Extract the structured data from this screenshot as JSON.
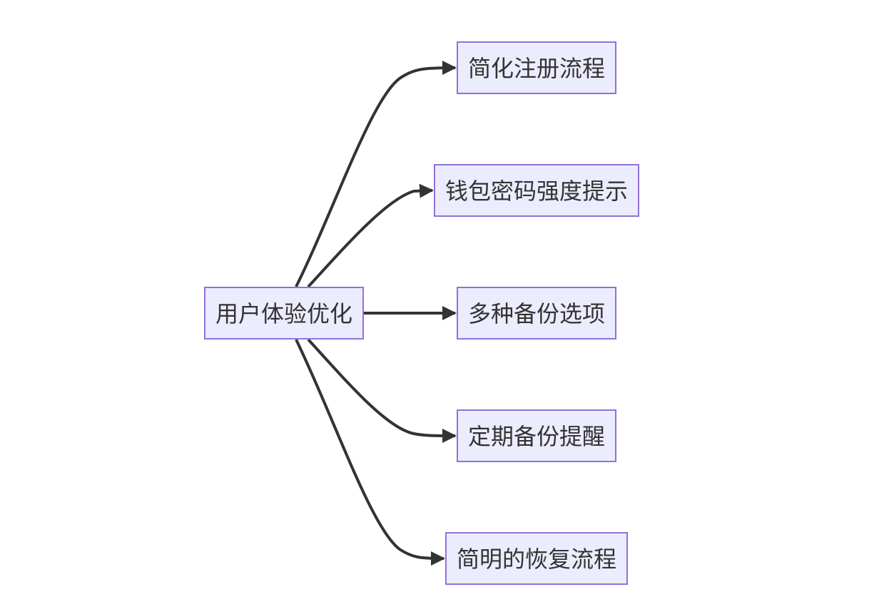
{
  "diagram": {
    "type": "flowchart",
    "direction": "LR",
    "colors": {
      "node_fill": "#ECECFF",
      "node_stroke": "#9370DB",
      "edge": "#333333",
      "text": "#333333"
    },
    "nodes": [
      {
        "id": "root",
        "label": "用户体验优化"
      },
      {
        "id": "n1",
        "label": "简化注册流程"
      },
      {
        "id": "n2",
        "label": "钱包密码强度提示"
      },
      {
        "id": "n3",
        "label": "多种备份选项"
      },
      {
        "id": "n4",
        "label": "定期备份提醒"
      },
      {
        "id": "n5",
        "label": "简明的恢复流程"
      }
    ],
    "edges": [
      {
        "from": "root",
        "to": "n1"
      },
      {
        "from": "root",
        "to": "n2"
      },
      {
        "from": "root",
        "to": "n3"
      },
      {
        "from": "root",
        "to": "n4"
      },
      {
        "from": "root",
        "to": "n5"
      }
    ]
  }
}
